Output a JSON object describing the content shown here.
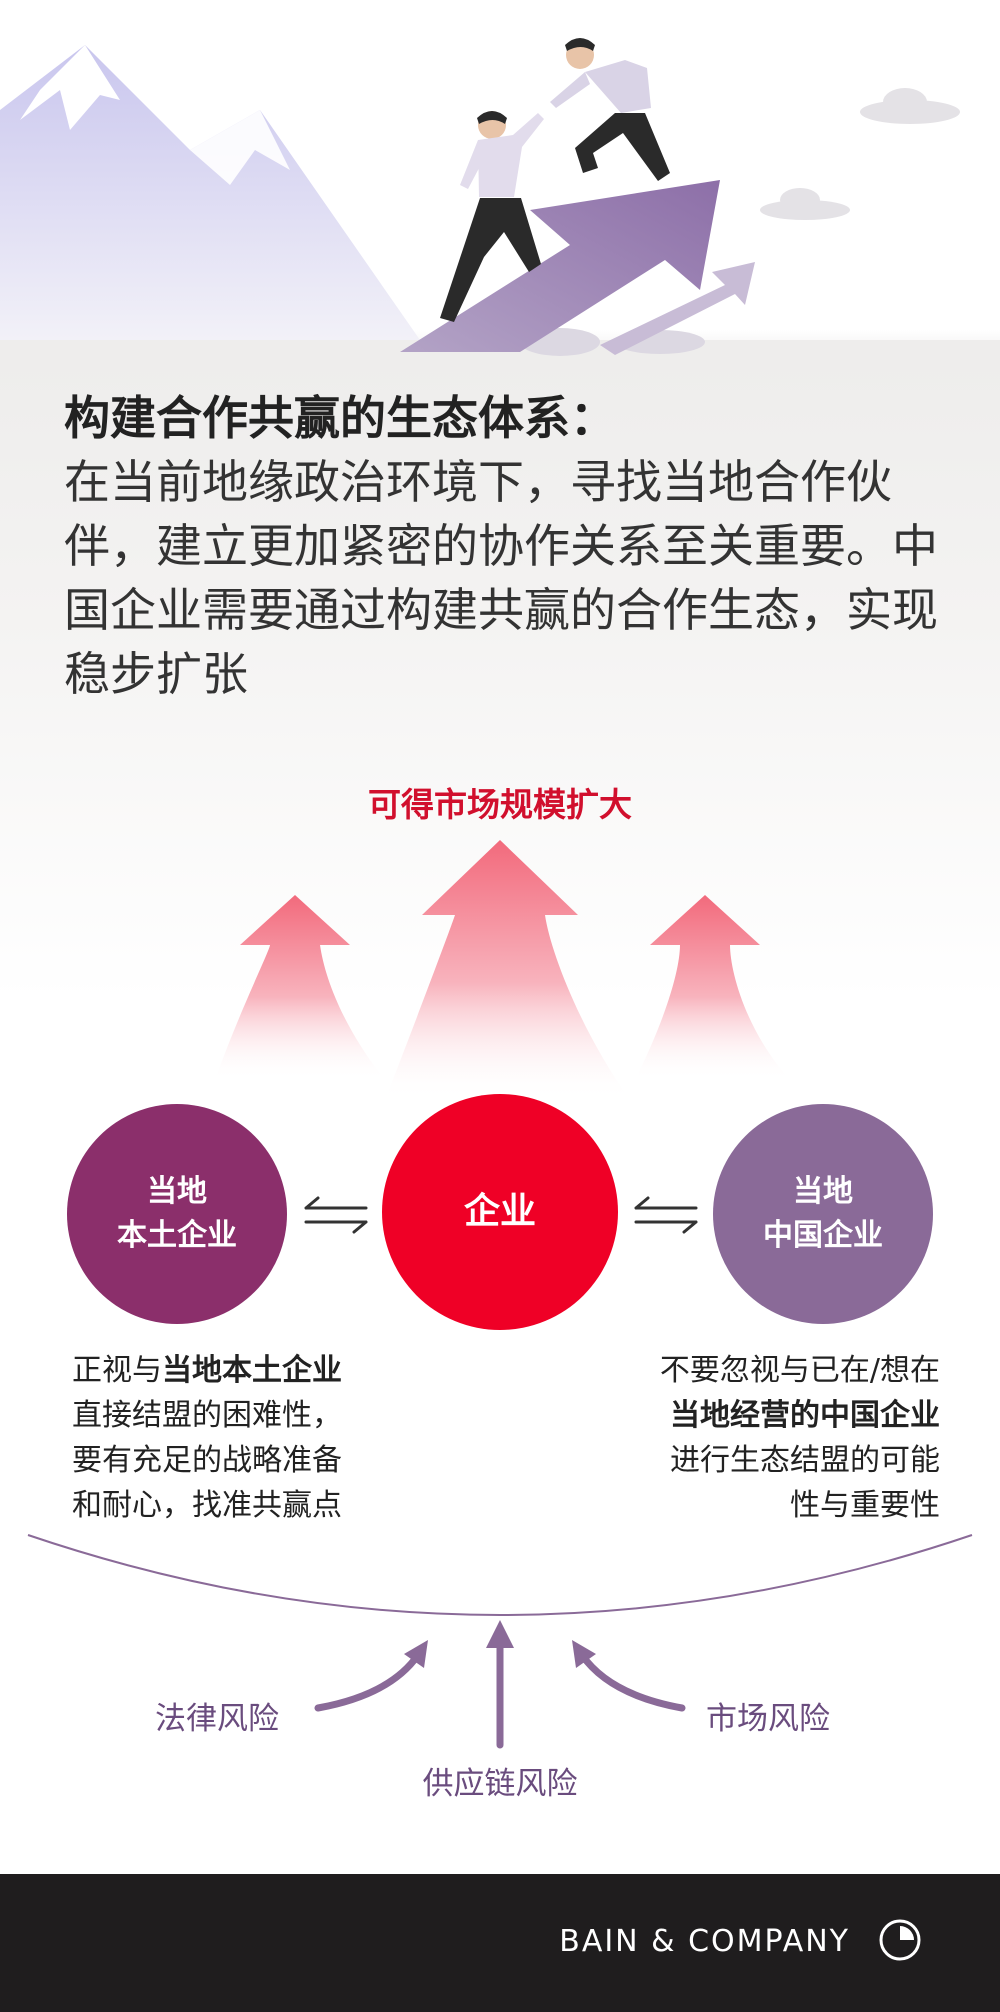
{
  "headline": {
    "title": "构建合作共赢的生态体系：",
    "body": "在当前地缘政治环境下，寻找当地合作伙伴，建立更加紧密的协作关系至关重要。中国企业需要通过构建共赢的合作生态，实现稳步扩张"
  },
  "market_label": "可得市场规模扩大",
  "circles": {
    "left": {
      "line1": "当地",
      "line2": "本土企业"
    },
    "center": {
      "label": "企业"
    },
    "right": {
      "line1": "当地",
      "line2": "中国企业"
    }
  },
  "desc_left": {
    "pre": "正视与",
    "bold": "当地本土企业",
    "rest1": "直接结盟的困难性，",
    "rest2": "要有充足的战略准备",
    "rest3": "和耐心，找准共赢点"
  },
  "desc_right": {
    "line1": "不要忽视与已在/想在",
    "bold": "当地经营的中国企业",
    "line3": "进行生态结盟的可能",
    "line4": "性与重要性"
  },
  "risks": {
    "legal": "法律风险",
    "supply": "供应链风险",
    "market": "市场风险"
  },
  "footer": {
    "brand": "BAIN & COMPANY"
  },
  "colors": {
    "red": "#ef0026",
    "plum": "#8b2f6b",
    "mauve": "#8a6a98",
    "label_red": "#d10f2d",
    "footer_bg": "#1f1d1e"
  }
}
